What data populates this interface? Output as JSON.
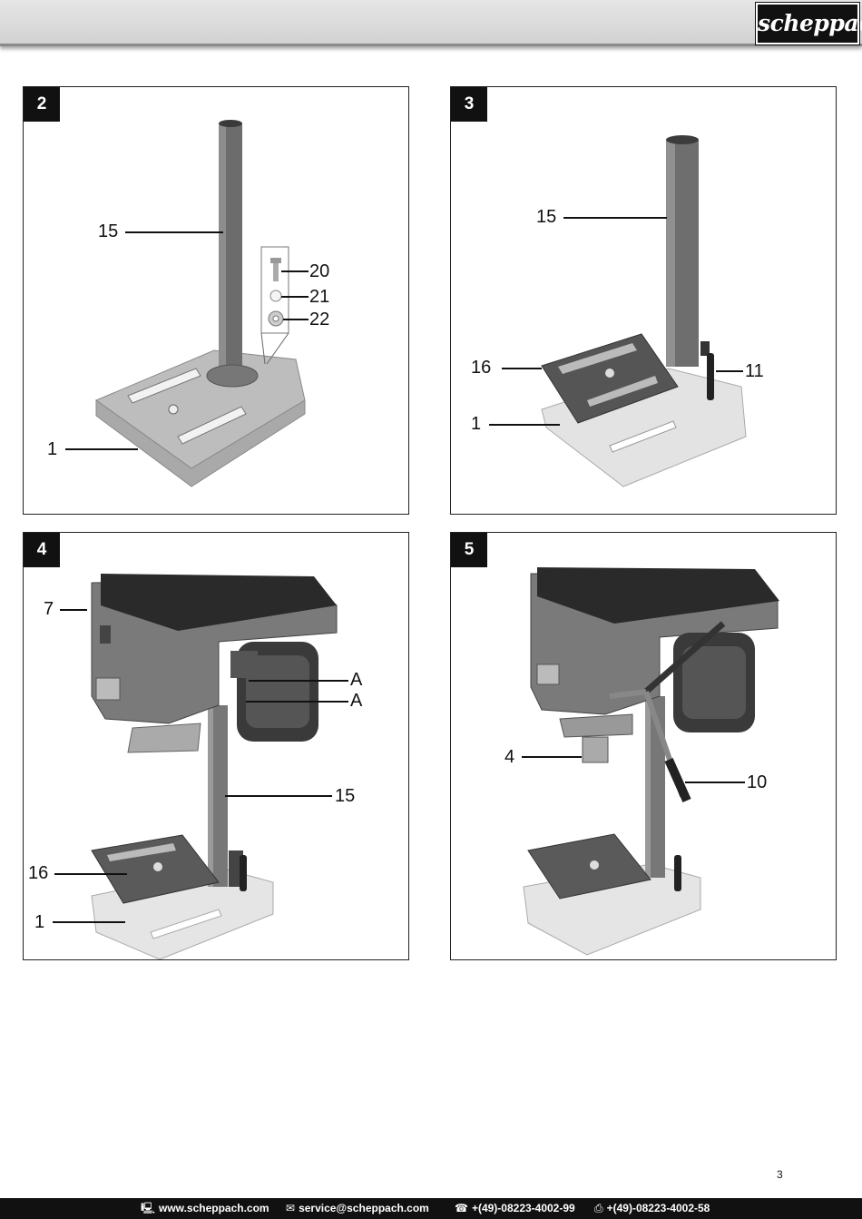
{
  "header": {
    "logo_text": "scheppach"
  },
  "figures": [
    {
      "number": "2",
      "labels": [
        "15",
        "20",
        "21",
        "22",
        "1"
      ]
    },
    {
      "number": "3",
      "labels": [
        "15",
        "16",
        "11",
        "1"
      ]
    },
    {
      "number": "4",
      "labels": [
        "7",
        "A",
        "A",
        "15",
        "16",
        "1"
      ]
    },
    {
      "number": "5",
      "labels": [
        "4",
        "10"
      ]
    }
  ],
  "page_number": "3",
  "footer": {
    "web": "www.scheppach.com",
    "email": "service@scheppach.com",
    "phone": "+(49)-08223-4002-99",
    "fax": "+(49)-08223-4002-58"
  },
  "icons": [
    "computer-icon",
    "mail-icon",
    "phone-icon",
    "fax-icon"
  ]
}
